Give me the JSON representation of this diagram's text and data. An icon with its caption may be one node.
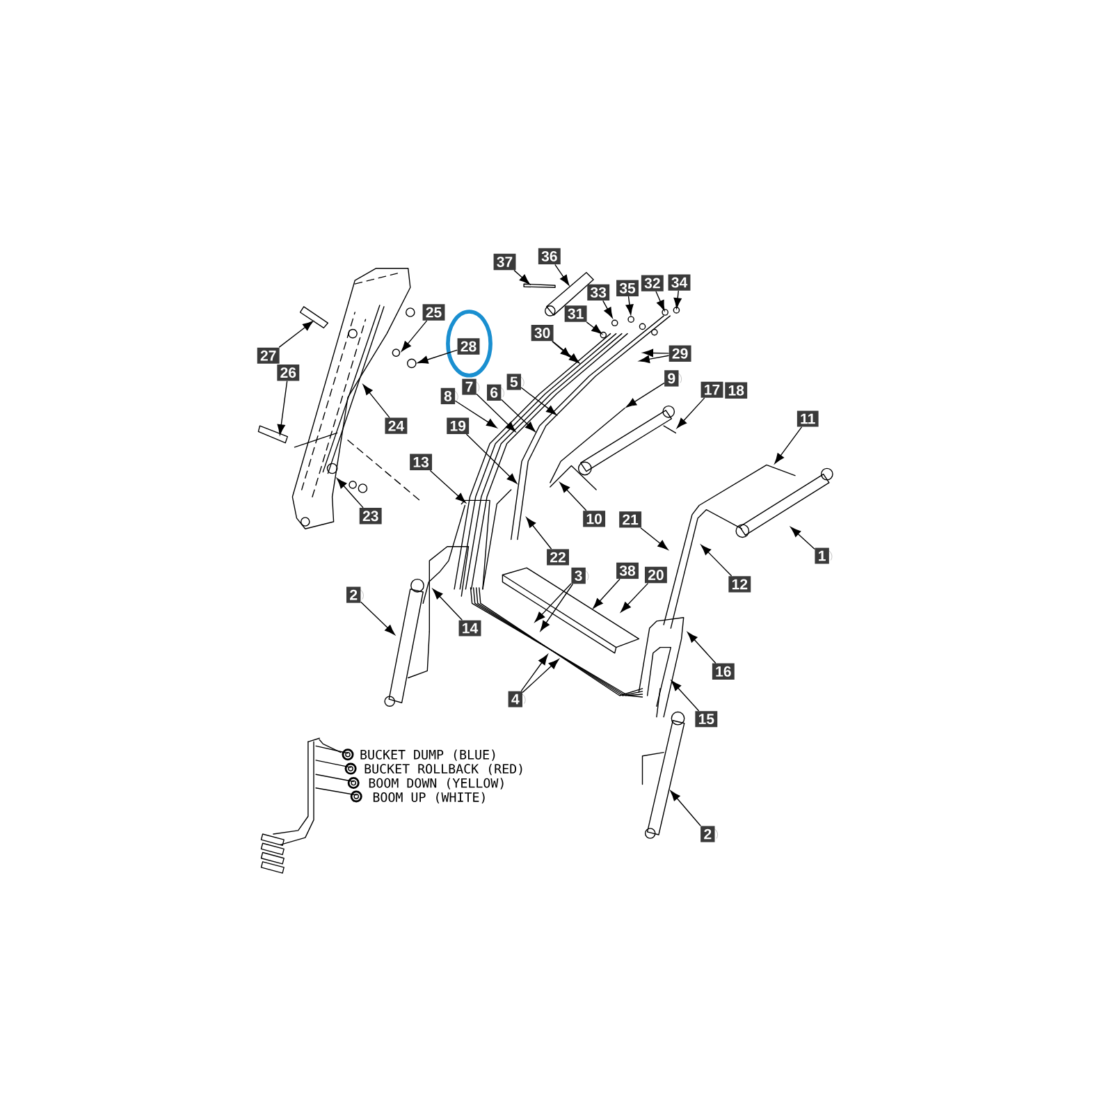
{
  "diagram": {
    "nodes": [
      {
        "text": [
          "36"
        ]
      },
      {
        "text": [
          "37"
        ]
      },
      {
        "text": [
          "34"
        ]
      },
      {
        "text": [
          "32"
        ]
      },
      {
        "text": [
          "35"
        ]
      },
      {
        "text": [
          "33"
        ]
      },
      {
        "text": [
          "25"
        ]
      },
      {
        "text": [
          "31"
        ]
      },
      {
        "text": [
          "30"
        ]
      },
      {
        "text": [
          "28"
        ]
      },
      {
        "text": [
          "29"
        ]
      },
      {
        "text": [
          "27"
        ]
      },
      {
        "text": [
          "26"
        ]
      },
      {
        "text": [
          "9"
        ]
      },
      {
        "text": [
          "5"
        ]
      },
      {
        "text": [
          "7"
        ]
      },
      {
        "text": [
          "17"
        ]
      },
      {
        "text": [
          "6"
        ]
      },
      {
        "text": [
          "8"
        ]
      },
      {
        "text": [
          "11"
        ]
      },
      {
        "text": [
          "19"
        ]
      },
      {
        "text": [
          "24"
        ]
      },
      {
        "text": [
          "13"
        ]
      },
      {
        "text": [
          "23"
        ]
      },
      {
        "text": [
          "10"
        ]
      },
      {
        "text": [
          "21"
        ]
      },
      {
        "text": [
          "1"
        ]
      },
      {
        "text": [
          "22"
        ]
      },
      {
        "text": [
          "38"
        ]
      },
      {
        "text": [
          "20"
        ]
      },
      {
        "text": [
          "3"
        ]
      },
      {
        "text": [
          "12"
        ]
      },
      {
        "text": [
          "2"
        ]
      },
      {
        "text": [
          "14"
        ]
      },
      {
        "text": [
          "16"
        ]
      },
      {
        "text": [
          "4"
        ]
      },
      {
        "text": [
          "15"
        ]
      },
      {
        "text": [
          "2"
        ]
      },
      {
        "text": [
          "18"
        ]
      }
    ],
    "edges": [
      {
        "from": 0,
        "to": null,
        "arrow": "to"
      },
      {
        "from": 1,
        "to": null,
        "arrow": "to"
      },
      {
        "from": 2,
        "to": null,
        "arrow": "to"
      },
      {
        "from": 3,
        "to": null,
        "arrow": "to"
      },
      {
        "from": 4,
        "to": null,
        "arrow": "to"
      },
      {
        "from": 5,
        "to": null,
        "arrow": "to"
      },
      {
        "from": 6,
        "to": null,
        "arrow": "to"
      },
      {
        "from": 7,
        "to": null,
        "arrow": "to"
      },
      {
        "from": 8,
        "to": null,
        "arrow": "to"
      },
      {
        "from": 8,
        "to": null,
        "arrow": "to"
      },
      {
        "from": 9,
        "to": null,
        "arrow": "to"
      },
      {
        "from": 10,
        "to": null,
        "arrow": "to"
      },
      {
        "from": 10,
        "to": null,
        "arrow": "to"
      },
      {
        "from": 11,
        "to": null,
        "arrow": "to"
      },
      {
        "from": 12,
        "to": null,
        "arrow": "to"
      },
      {
        "from": 13,
        "to": null,
        "arrow": "to"
      },
      {
        "from": 14,
        "to": null,
        "arrow": "to"
      },
      {
        "from": 15,
        "to": null,
        "arrow": "to"
      },
      {
        "from": 16,
        "to": null,
        "arrow": "to"
      },
      {
        "from": 17,
        "to": null,
        "arrow": "to"
      },
      {
        "from": 18,
        "to": null,
        "arrow": "to"
      },
      {
        "from": 19,
        "to": null,
        "arrow": "to"
      },
      {
        "from": 20,
        "to": null,
        "arrow": "to"
      },
      {
        "from": 21,
        "to": null,
        "arrow": "to"
      },
      {
        "from": 22,
        "to": null,
        "arrow": "to"
      },
      {
        "from": 23,
        "to": null,
        "arrow": "to"
      },
      {
        "from": 24,
        "to": null,
        "arrow": "to"
      },
      {
        "from": 25,
        "to": null,
        "arrow": "to"
      },
      {
        "from": 26,
        "to": null,
        "arrow": "to"
      },
      {
        "from": 27,
        "to": null,
        "arrow": "to"
      },
      {
        "from": 28,
        "to": null,
        "arrow": "to"
      },
      {
        "from": 29,
        "to": null,
        "arrow": "to"
      },
      {
        "from": 30,
        "to": null,
        "arrow": "to"
      },
      {
        "from": 30,
        "to": null,
        "arrow": "to"
      },
      {
        "from": 31,
        "to": null,
        "arrow": "to"
      },
      {
        "from": 32,
        "to": null,
        "arrow": "to"
      },
      {
        "from": 33,
        "to": null,
        "arrow": "to"
      },
      {
        "from": 34,
        "to": null,
        "arrow": "to"
      },
      {
        "from": 35,
        "to": null,
        "arrow": "to"
      },
      {
        "from": 35,
        "to": null,
        "arrow": "to"
      },
      {
        "from": 36,
        "to": null,
        "arrow": "to"
      },
      {
        "from": 37,
        "to": null,
        "arrow": "to"
      }
    ],
    "labels": [
      "BUCKET DUMP (BLUE)",
      "BUCKET ROLLBACK (RED)",
      "BOOM DOWN (YELLOW)",
      "BOOM UP (WHITE)"
    ]
  }
}
